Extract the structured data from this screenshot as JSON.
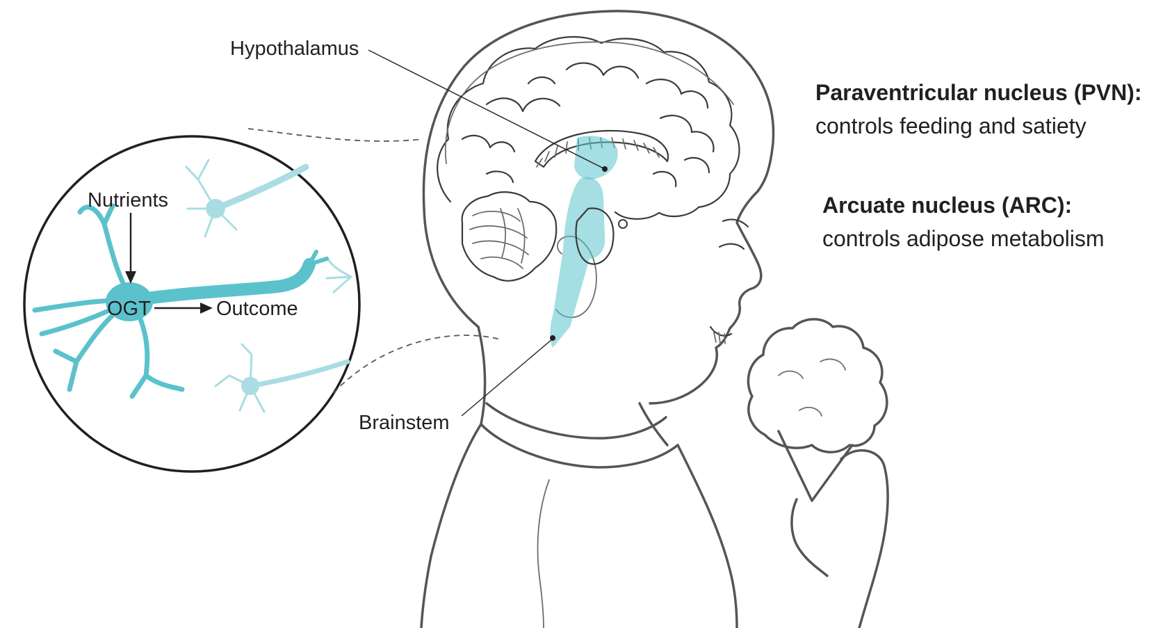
{
  "labels": {
    "hypothalamus": "Hypothalamus",
    "brainstem": "Brainstem",
    "nutrients": "Nutrients",
    "ogt": "OGT",
    "outcome": "Outcome"
  },
  "annotations": [
    {
      "title": "Paraventricular nucleus (PVN):",
      "description": "controls feeding and satiety"
    },
    {
      "title": "Arcuate nucleus (ARC):",
      "description": "controls adipose metabolism"
    }
  ],
  "colors": {
    "teal": "#5bc2cc",
    "teal_light": "#a9dde3",
    "outline": "#555555",
    "text": "#231f20"
  }
}
